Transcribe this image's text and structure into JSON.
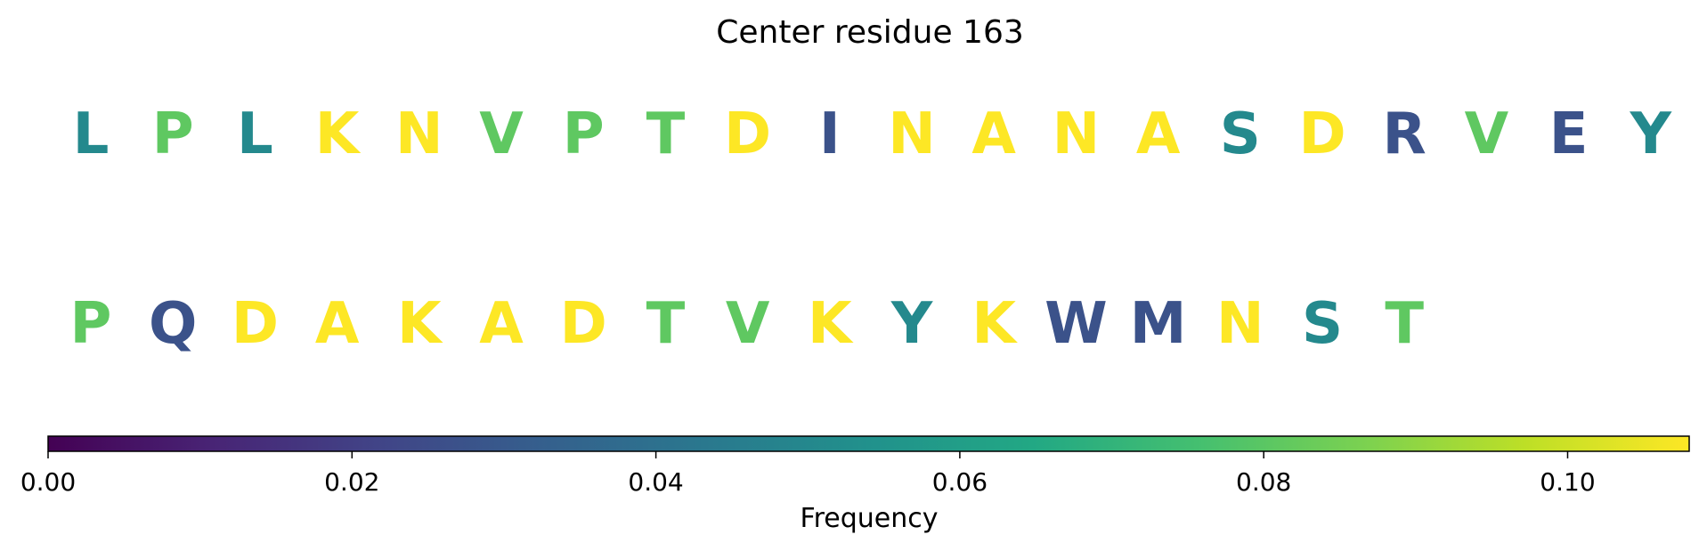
{
  "chart_data": {
    "type": "sequence-logo",
    "title": "Center residue 163",
    "rows": [
      [
        {
          "letter": "L",
          "frequency": 0.0507
        },
        {
          "letter": "P",
          "frequency": 0.081
        },
        {
          "letter": "L",
          "frequency": 0.0507
        },
        {
          "letter": "K",
          "frequency": 0.1081
        },
        {
          "letter": "N",
          "frequency": 0.1081
        },
        {
          "letter": "V",
          "frequency": 0.081
        },
        {
          "letter": "P",
          "frequency": 0.081
        },
        {
          "letter": "T",
          "frequency": 0.081
        },
        {
          "letter": "D",
          "frequency": 0.1081
        },
        {
          "letter": "I",
          "frequency": 0.027
        },
        {
          "letter": "N",
          "frequency": 0.1081
        },
        {
          "letter": "A",
          "frequency": 0.1081
        },
        {
          "letter": "N",
          "frequency": 0.1081
        },
        {
          "letter": "A",
          "frequency": 0.1081
        },
        {
          "letter": "S",
          "frequency": 0.0507
        },
        {
          "letter": "D",
          "frequency": 0.1081
        },
        {
          "letter": "R",
          "frequency": 0.027
        },
        {
          "letter": "V",
          "frequency": 0.081
        },
        {
          "letter": "E",
          "frequency": 0.027
        },
        {
          "letter": "Y",
          "frequency": 0.0507
        }
      ],
      [
        {
          "letter": "P",
          "frequency": 0.081
        },
        {
          "letter": "Q",
          "frequency": 0.027
        },
        {
          "letter": "D",
          "frequency": 0.1081
        },
        {
          "letter": "A",
          "frequency": 0.1081
        },
        {
          "letter": "K",
          "frequency": 0.1081
        },
        {
          "letter": "A",
          "frequency": 0.1081
        },
        {
          "letter": "D",
          "frequency": 0.1081
        },
        {
          "letter": "T",
          "frequency": 0.081
        },
        {
          "letter": "V",
          "frequency": 0.081
        },
        {
          "letter": "K",
          "frequency": 0.1081
        },
        {
          "letter": "Y",
          "frequency": 0.0507
        },
        {
          "letter": "K",
          "frequency": 0.1081
        },
        {
          "letter": "W",
          "frequency": 0.027
        },
        {
          "letter": "M",
          "frequency": 0.027
        },
        {
          "letter": "N",
          "frequency": 0.1081
        },
        {
          "letter": "S",
          "frequency": 0.0507
        },
        {
          "letter": "T",
          "frequency": 0.081
        }
      ]
    ],
    "colorbar": {
      "colormap": "viridis",
      "range": [
        0.0,
        0.108
      ],
      "ticks": [
        0.0,
        0.02,
        0.04,
        0.06,
        0.08,
        0.1
      ],
      "tick_labels": [
        "0.00",
        "0.02",
        "0.04",
        "0.06",
        "0.08",
        "0.10"
      ],
      "label": "Frequency"
    }
  }
}
